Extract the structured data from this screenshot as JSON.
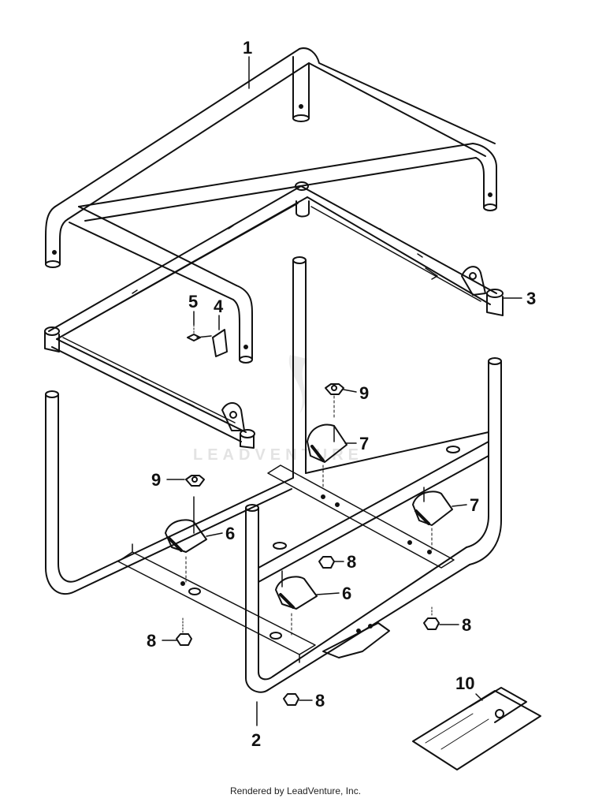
{
  "watermark": {
    "text": "LEADVENTURE",
    "color": "#e0e0e0"
  },
  "footer": {
    "credit": "Rendered by LeadVenture, Inc."
  },
  "callouts": [
    {
      "id": "1",
      "label": "1"
    },
    {
      "id": "2",
      "label": "2"
    },
    {
      "id": "3",
      "label": "3"
    },
    {
      "id": "4",
      "label": "4"
    },
    {
      "id": "5",
      "label": "5"
    },
    {
      "id": "6a",
      "label": "6"
    },
    {
      "id": "6b",
      "label": "6"
    },
    {
      "id": "7a",
      "label": "7"
    },
    {
      "id": "7b",
      "label": "7"
    },
    {
      "id": "8a",
      "label": "8"
    },
    {
      "id": "8b",
      "label": "8"
    },
    {
      "id": "8c",
      "label": "8"
    },
    {
      "id": "8d",
      "label": "8"
    },
    {
      "id": "9a",
      "label": "9"
    },
    {
      "id": "9b",
      "label": "9"
    },
    {
      "id": "10",
      "label": "10"
    }
  ],
  "colors": {
    "line": "#111111",
    "fill": "#ffffff"
  }
}
